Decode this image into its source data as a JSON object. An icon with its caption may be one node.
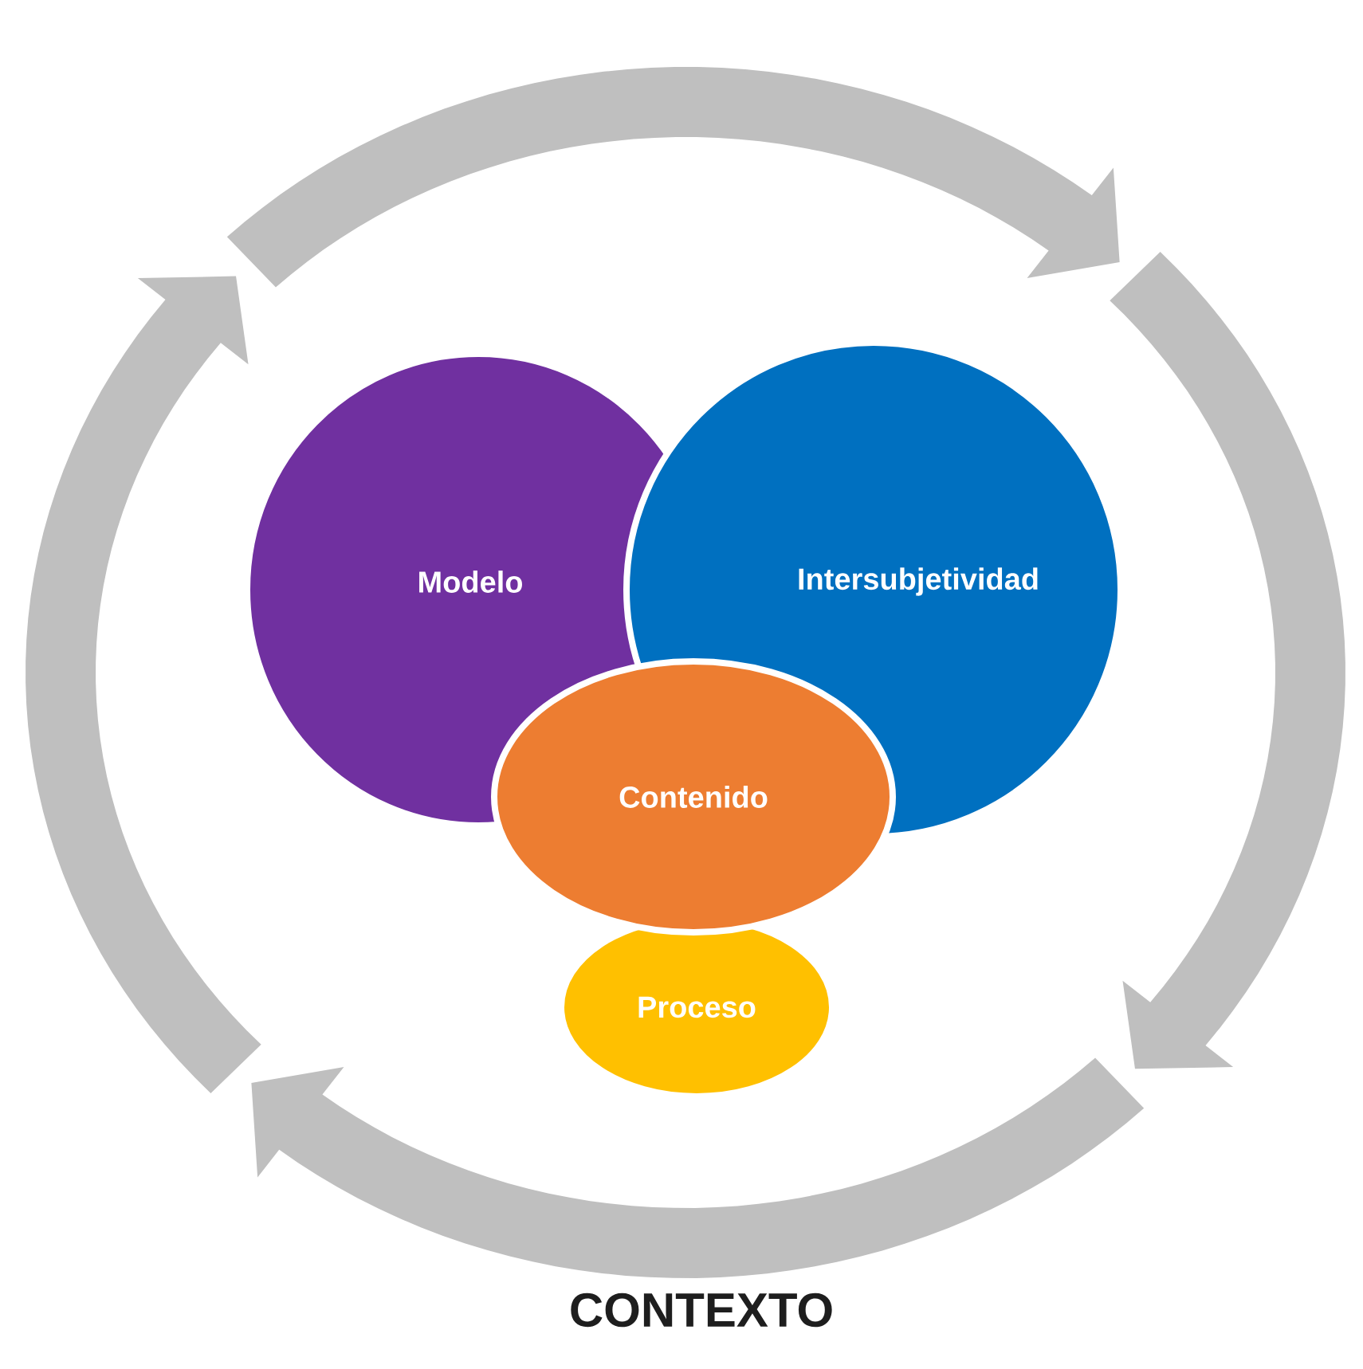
{
  "diagram": {
    "nodes": [
      {
        "text": [
          "Modelo"
        ]
      },
      {
        "text": [
          "Intersubjetividad"
        ]
      },
      {
        "text": [
          "Contenido"
        ]
      },
      {
        "text": [
          "Proceso"
        ]
      }
    ],
    "labels": [
      "CONTEXTO"
    ]
  }
}
